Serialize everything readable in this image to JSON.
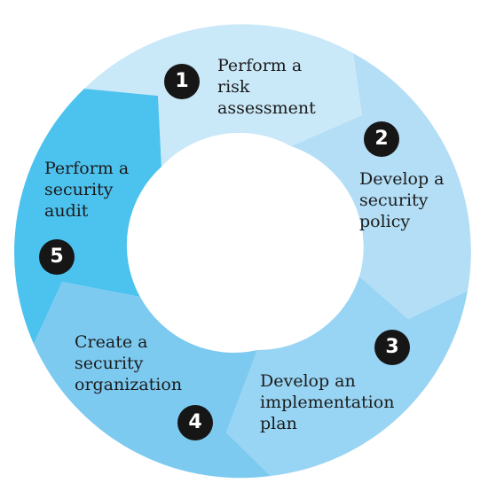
{
  "diagram": {
    "steps": [
      {
        "number": "1",
        "label": "Perform a\nrisk\nassessment",
        "color": "#c9e8f8"
      },
      {
        "number": "2",
        "label": "Develop a\nsecurity\npolicy",
        "color": "#b3def6"
      },
      {
        "number": "3",
        "label": "Develop an\nimplementation\nplan",
        "color": "#98d4f3"
      },
      {
        "number": "4",
        "label": "Create a\nsecurity\norganization",
        "color": "#7dcaf1"
      },
      {
        "number": "5",
        "label": "Perform a\nsecurity\naudit",
        "color": "#4cc2ef"
      }
    ],
    "badge_color": "#161616"
  }
}
